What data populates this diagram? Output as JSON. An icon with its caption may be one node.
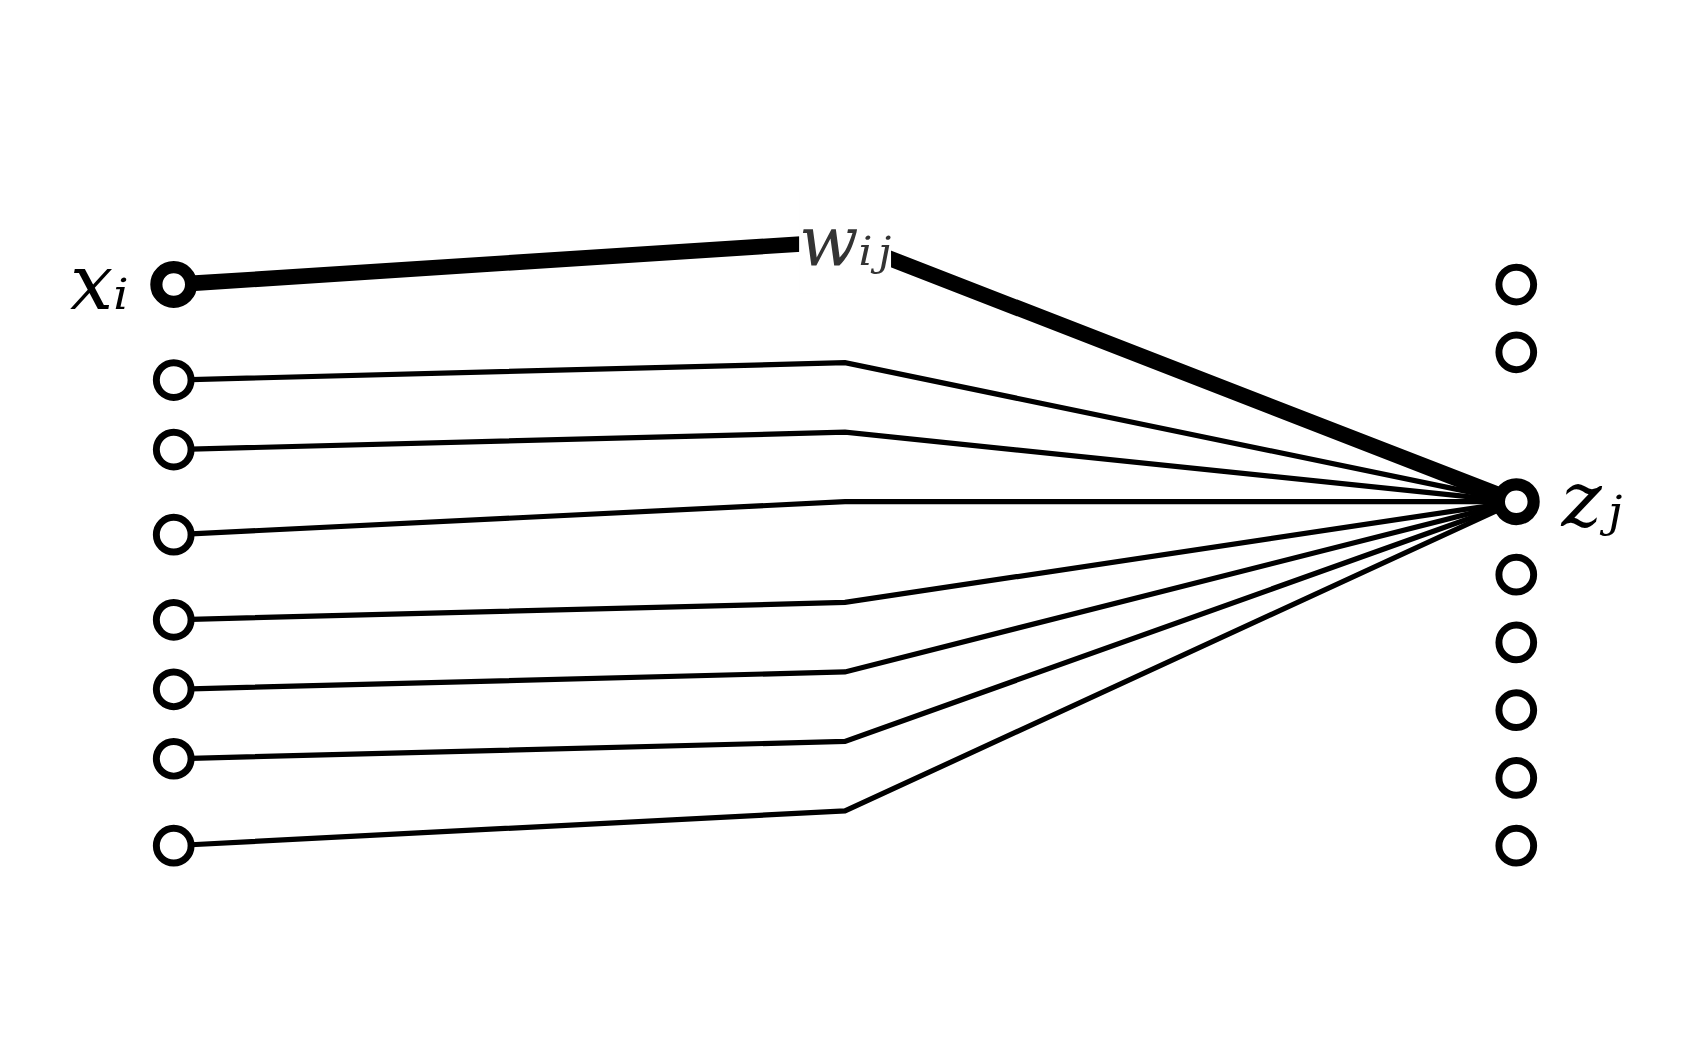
{
  "diagram": {
    "nodes": [
      {
        "text": [],
        "shape": "circle",
        "beside": [
          "xᵢ"
        ]
      },
      {
        "text": [],
        "shape": "circle"
      },
      {
        "text": [],
        "shape": "circle"
      },
      {
        "text": [],
        "shape": "circle"
      },
      {
        "text": [],
        "shape": "circle"
      },
      {
        "text": [],
        "shape": "circle"
      },
      {
        "text": [],
        "shape": "circle"
      },
      {
        "text": [],
        "shape": "circle"
      },
      {
        "text": [],
        "shape": "circle"
      },
      {
        "text": [],
        "shape": "circle"
      },
      {
        "text": [],
        "shape": "circle"
      },
      {
        "text": [],
        "shape": "circle"
      },
      {
        "text": [],
        "shape": "circle",
        "beside": [
          "zⱼ"
        ]
      },
      {
        "text": [],
        "shape": "circle"
      },
      {
        "text": [],
        "shape": "circle"
      },
      {
        "text": [],
        "shape": "circle"
      }
    ],
    "edges": [
      {
        "from": 0,
        "to": 12,
        "arrow": "none",
        "label": "wᵢⱼ",
        "style": "thick"
      },
      {
        "from": 1,
        "to": 12,
        "arrow": "none"
      },
      {
        "from": 2,
        "to": 12,
        "arrow": "none"
      },
      {
        "from": 3,
        "to": 12,
        "arrow": "none"
      },
      {
        "from": 4,
        "to": 12,
        "arrow": "none"
      },
      {
        "from": 5,
        "to": 12,
        "arrow": "none"
      },
      {
        "from": 6,
        "to": 12,
        "arrow": "none"
      },
      {
        "from": 7,
        "to": 12,
        "arrow": "none"
      }
    ]
  }
}
